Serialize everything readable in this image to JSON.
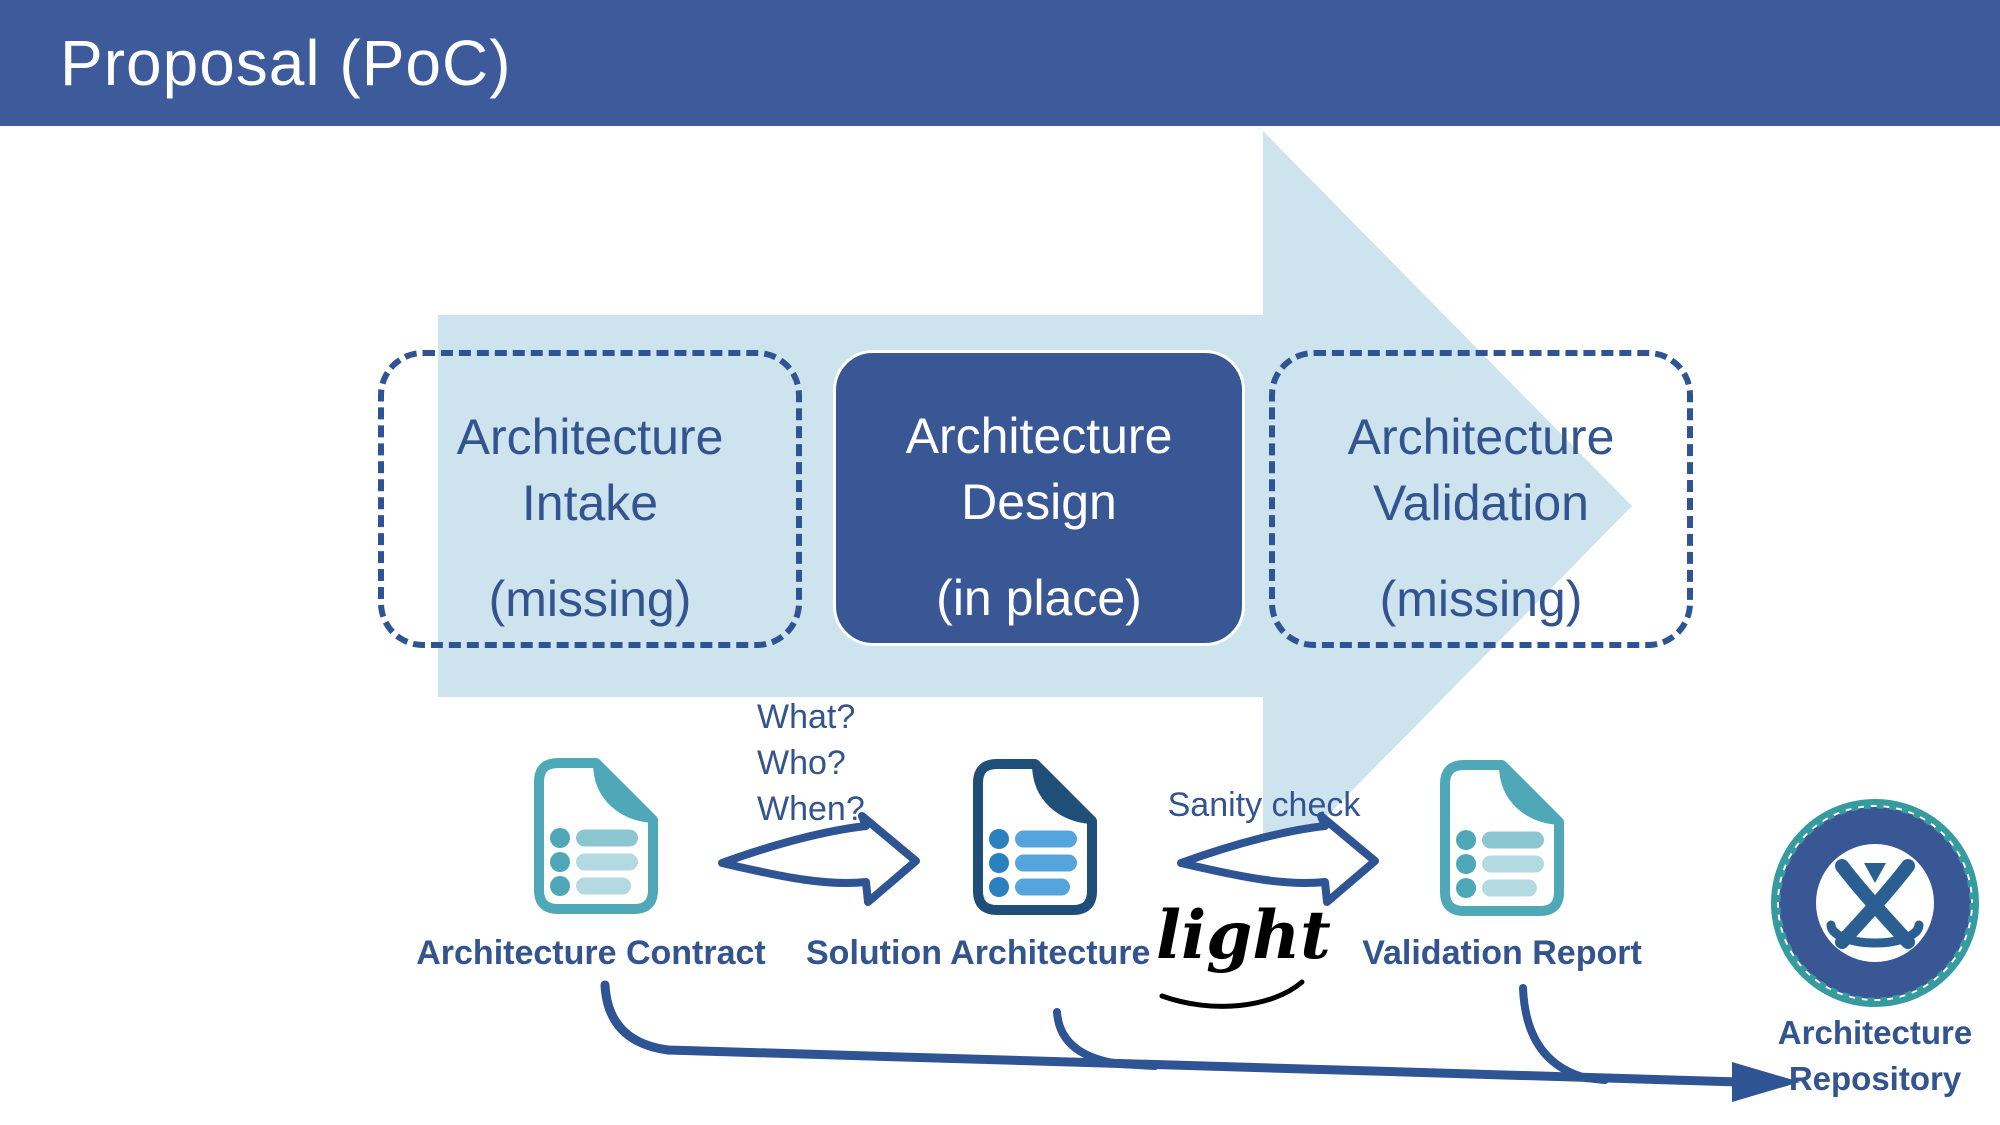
{
  "slide": {
    "title": "Proposal (PoC)"
  },
  "stages": [
    {
      "id": "architecture-intake",
      "line1": "Architecture",
      "line2": "Intake",
      "status": "(missing)",
      "style": "dashed"
    },
    {
      "id": "architecture-design",
      "line1": "Architecture",
      "line2": "Design",
      "status": "(in place)",
      "style": "solid"
    },
    {
      "id": "architecture-validation",
      "line1": "Architecture",
      "line2": "Validation",
      "status": "(missing)",
      "style": "dashed"
    }
  ],
  "annotations": {
    "questions": [
      "What?",
      "Who?",
      "When?"
    ],
    "sanity_check": "Sanity check"
  },
  "documents": [
    {
      "label": "Architecture Contract",
      "icon": "document-icon",
      "scheme": "teal"
    },
    {
      "label": "Solution Architecture",
      "suffix": "light",
      "icon": "document-icon",
      "scheme": "navy"
    },
    {
      "label": "Validation Report",
      "icon": "document-icon",
      "scheme": "teal"
    }
  ],
  "repository": {
    "label_line1": "Architecture",
    "label_line2": "Repository",
    "icon": "repository-badge-icon"
  },
  "colors": {
    "header_bar": "#3D5A9B",
    "process_arrow": "#CDE3ED",
    "primary_blue": "#3A5795",
    "dark_text_blue": "#33548F",
    "line_blue": "#2E5493",
    "teal_icon": "#4FA8B8",
    "teal_mid": "#8CC6D1",
    "teal_light": "#B3DAE0",
    "navy_icon": "#1F4E79",
    "navy_dot": "#2B80C0",
    "navy_bar": "#55A4DC",
    "badge_teal": "#369B9E",
    "badge_logo_blue": "#2B5F92",
    "script_text": "#000000"
  }
}
